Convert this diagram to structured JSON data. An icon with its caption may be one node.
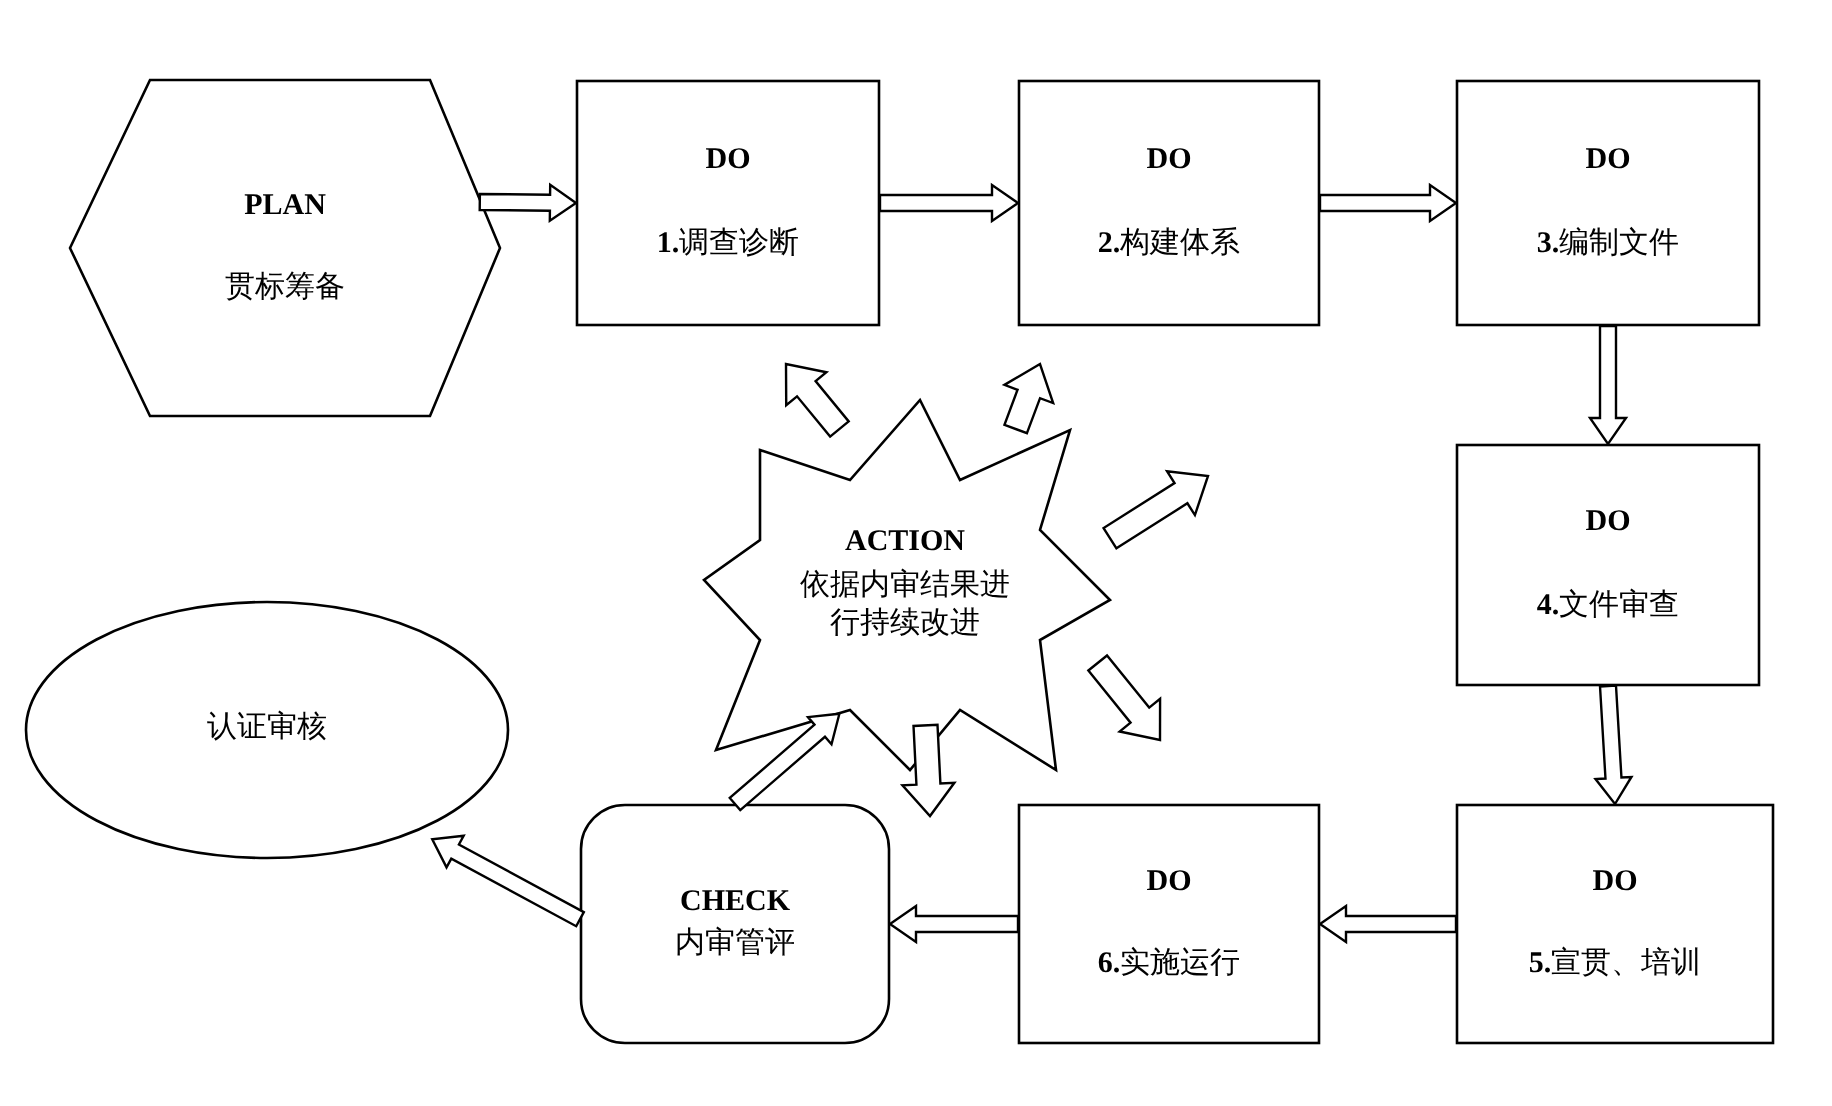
{
  "diagram": {
    "nodes": [
      {
        "text": [
          "PLAN",
          "贯标筹备"
        ]
      },
      {
        "text": [
          "DO",
          "**1.**调查诊断"
        ]
      },
      {
        "text": [
          "DO",
          "**2.**构建体系"
        ]
      },
      {
        "text": [
          "DO",
          "**3.**编制文件"
        ]
      },
      {
        "text": [
          "DO",
          "**4.**文件审查"
        ]
      },
      {
        "text": [
          "认证审核"
        ]
      },
      {
        "text": [
          "ACTION",
          "依据内审结果进行持续改进"
        ]
      },
      {
        "text": [
          "CHECK",
          "内审管评"
        ]
      },
      {
        "text": [
          "DO",
          "**6.**实施运行"
        ]
      },
      {
        "text": [
          "DO",
          "**5.**宣贯、培训"
        ]
      }
    ],
    "edges": [
      {
        "from": 0,
        "to": 1,
        "arrow": "to"
      },
      {
        "from": 1,
        "to": 2,
        "arrow": "to"
      },
      {
        "from": 2,
        "to": 3,
        "arrow": "to"
      },
      {
        "from": 3,
        "to": 4,
        "arrow": "to"
      },
      {
        "from": 4,
        "to": 9,
        "arrow": "to"
      },
      {
        "from": 9,
        "to": 8,
        "arrow": "to"
      },
      {
        "from": 8,
        "to": 7,
        "arrow": "to"
      },
      {
        "from": 7,
        "to": 5,
        "arrow": "to"
      },
      {
        "from": 7,
        "to": 6,
        "arrow": "to"
      },
      {
        "from": 6,
        "to": null,
        "arrow": "to"
      },
      {
        "from": 6,
        "to": null,
        "arrow": "to"
      },
      {
        "from": 6,
        "to": null,
        "arrow": "to"
      },
      {
        "from": 6,
        "to": null,
        "arrow": "to"
      },
      {
        "from": 6,
        "to": null,
        "arrow": "to"
      }
    ]
  }
}
